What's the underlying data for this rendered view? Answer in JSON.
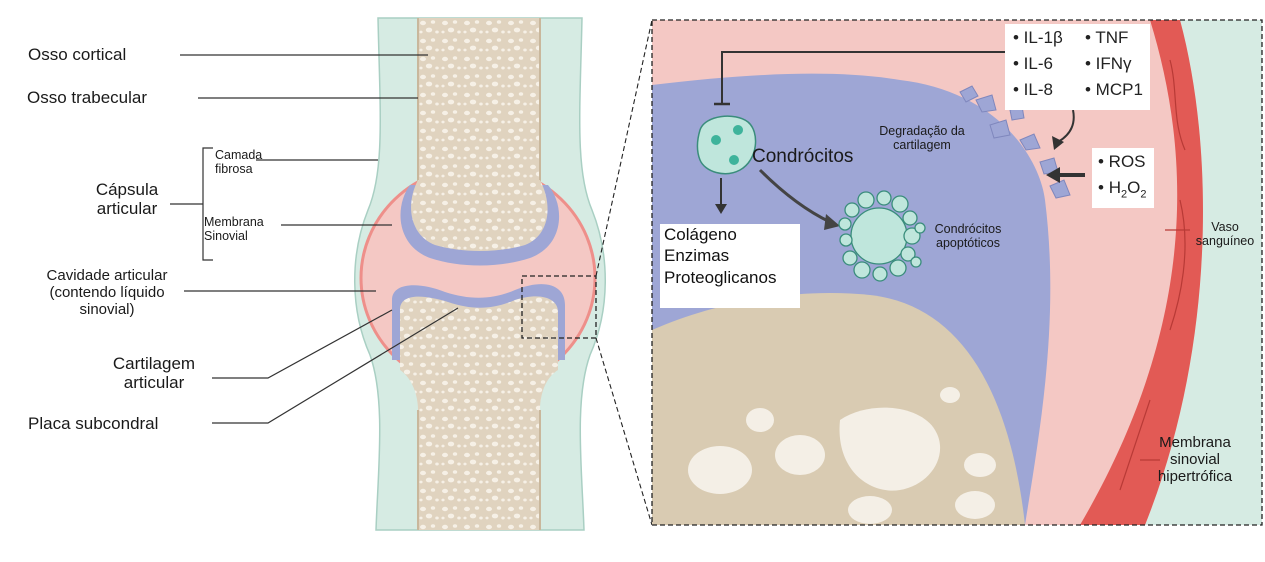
{
  "labels": {
    "osso_cortical": "Osso cortical",
    "osso_trabecular": "Osso trabecular",
    "camada_fibrosa_1": "Camada",
    "camada_fibrosa_2": "fibrosa",
    "capsula_1": "Cápsula",
    "capsula_2": "articular",
    "membrana_sinovial_1": "Membrana",
    "membrana_sinovial_2": "Sinovial",
    "cavidade_1": "Cavidade articular",
    "cavidade_2": "(contendo líquido",
    "cavidade_3": "sinovial)",
    "cartilagem_1": "Cartilagem",
    "cartilagem_2": "articular",
    "placa_subcondral": "Placa subcondral"
  },
  "zoom": {
    "cytokines": {
      "il1b": "• IL-1β",
      "tnf": "• TNF",
      "il6": "• IL-6",
      "ifng": "• IFNγ",
      "il8": "• IL-8",
      "mcp1": "• MCP1"
    },
    "ros": "• ROS",
    "h2o2_bullet": "•",
    "h2o2_h": "H",
    "h2o2_sub1": "2",
    "h2o2_o": "O",
    "h2o2_sub2": "2",
    "condrocitos": "Condrócitos",
    "degradacao_1": "Degradação da",
    "degradacao_2": "cartilagem",
    "apoptoticos_1": "Condrócitos",
    "apoptoticos_2": "apoptóticos",
    "produtos": [
      "Colágeno",
      "Enzimas",
      "Proteoglicanos"
    ],
    "vaso_1": "Vaso",
    "vaso_2": "sanguíneo",
    "membrana_hip_1": "Membrana",
    "membrana_hip_2": "sinovial",
    "membrana_hip_3": "hipertrófica"
  },
  "colors": {
    "capsule_fill": "#d6ebe3",
    "bone_fill": "#e2d6c3",
    "cartilage": "#9ea6d5",
    "synovial_fluid": "#f4c8c4",
    "synovial_edge": "#ee8f8a",
    "vessel_red": "#e25a55"
  }
}
